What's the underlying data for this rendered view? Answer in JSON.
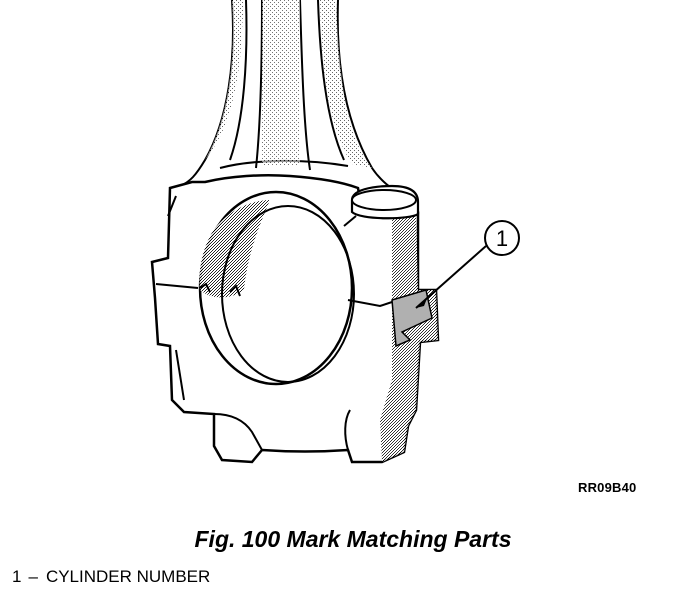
{
  "figure": {
    "code": "RR09B40",
    "callout_number": "1"
  },
  "caption": "Fig. 100 Mark Matching Parts",
  "legend": {
    "items": [
      {
        "number": "1",
        "separator": "–",
        "label": "CYLINDER NUMBER"
      }
    ]
  },
  "colors": {
    "ink": "#000000",
    "shade": "#b8b8b8",
    "paper": "#ffffff"
  }
}
